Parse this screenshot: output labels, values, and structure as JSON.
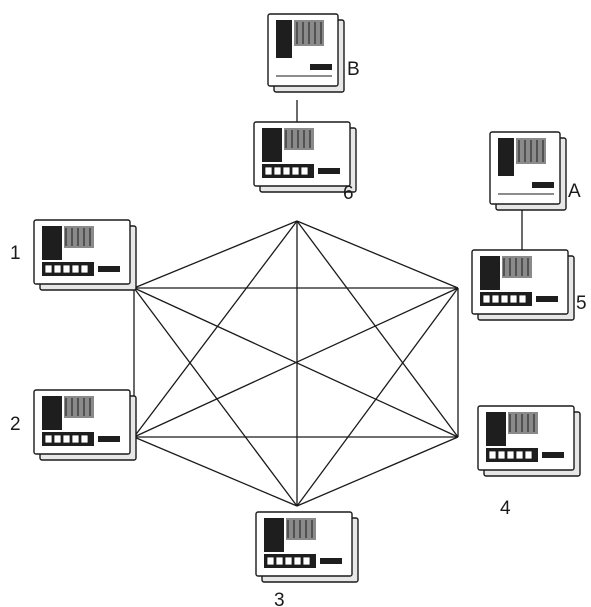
{
  "nodes": [
    {
      "id": "1",
      "label": "1"
    },
    {
      "id": "2",
      "label": "2"
    },
    {
      "id": "3",
      "label": "3"
    },
    {
      "id": "4",
      "label": "4"
    },
    {
      "id": "5",
      "label": "5"
    },
    {
      "id": "6",
      "label": "6"
    },
    {
      "id": "A",
      "label": "A"
    },
    {
      "id": "B",
      "label": "B"
    }
  ],
  "links": [
    {
      "from": "B",
      "to": "6"
    },
    {
      "from": "A",
      "to": "5"
    }
  ],
  "mesh": {
    "vertices": [
      "6",
      "5",
      "4",
      "3",
      "2",
      "1"
    ],
    "fully_connected": true
  }
}
